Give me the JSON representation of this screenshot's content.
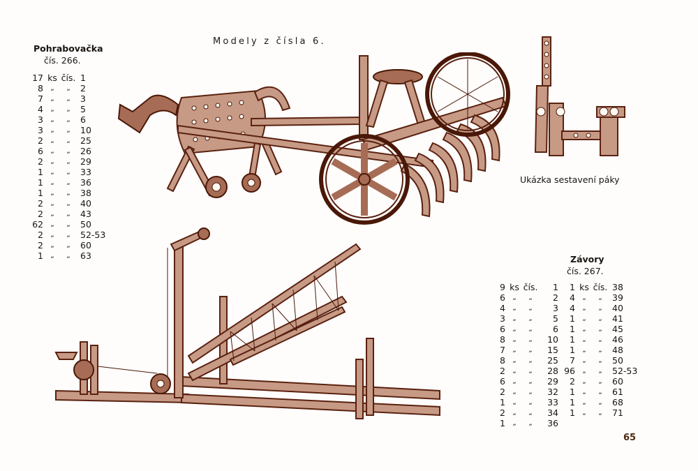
{
  "page_title": "Modely z čísla 6.",
  "page_number": "65",
  "lever_caption": "Ukázka sestavení páky",
  "models": [
    {
      "name": "Pohrabovačka",
      "number_label": "čís. 266.",
      "parts": [
        {
          "qty": "17",
          "unit": "ks",
          "ref": "čís.",
          "part": "1"
        },
        {
          "qty": "8",
          "unit": "„",
          "ref": "„",
          "part": "2"
        },
        {
          "qty": "7",
          "unit": "„",
          "ref": "„",
          "part": "3"
        },
        {
          "qty": "4",
          "unit": "„",
          "ref": "„",
          "part": "5"
        },
        {
          "qty": "3",
          "unit": "„",
          "ref": "„",
          "part": "6"
        },
        {
          "qty": "3",
          "unit": "„",
          "ref": "„",
          "part": "10"
        },
        {
          "qty": "2",
          "unit": "„",
          "ref": "„",
          "part": "25"
        },
        {
          "qty": "6",
          "unit": "„",
          "ref": "„",
          "part": "26"
        },
        {
          "qty": "2",
          "unit": "„",
          "ref": "„",
          "part": "29"
        },
        {
          "qty": "1",
          "unit": "„",
          "ref": "„",
          "part": "33"
        },
        {
          "qty": "1",
          "unit": "„",
          "ref": "„",
          "part": "36"
        },
        {
          "qty": "1",
          "unit": "„",
          "ref": "„",
          "part": "38"
        },
        {
          "qty": "2",
          "unit": "„",
          "ref": "„",
          "part": "40"
        },
        {
          "qty": "2",
          "unit": "„",
          "ref": "„",
          "part": "43"
        },
        {
          "qty": "62",
          "unit": "„",
          "ref": "„",
          "part": "50"
        },
        {
          "qty": "2",
          "unit": "„",
          "ref": "„",
          "part": "52-53"
        },
        {
          "qty": "2",
          "unit": "„",
          "ref": "„",
          "part": "60"
        },
        {
          "qty": "1",
          "unit": "„",
          "ref": "„",
          "part": "63"
        }
      ]
    },
    {
      "name": "Závory",
      "number_label": "čís. 267.",
      "parts_left": [
        {
          "qty": "9",
          "unit": "ks",
          "ref": "čís.",
          "part": "1"
        },
        {
          "qty": "6",
          "unit": "„",
          "ref": "„",
          "part": "2"
        },
        {
          "qty": "4",
          "unit": "„",
          "ref": "„",
          "part": "3"
        },
        {
          "qty": "3",
          "unit": "„",
          "ref": "„",
          "part": "5"
        },
        {
          "qty": "6",
          "unit": "„",
          "ref": "„",
          "part": "6"
        },
        {
          "qty": "8",
          "unit": "„",
          "ref": "„",
          "part": "10"
        },
        {
          "qty": "7",
          "unit": "„",
          "ref": "„",
          "part": "15"
        },
        {
          "qty": "8",
          "unit": "„",
          "ref": "„",
          "part": "25"
        },
        {
          "qty": "2",
          "unit": "„",
          "ref": "„",
          "part": "28"
        },
        {
          "qty": "6",
          "unit": "„",
          "ref": "„",
          "part": "29"
        },
        {
          "qty": "2",
          "unit": "„",
          "ref": "„",
          "part": "32"
        },
        {
          "qty": "1",
          "unit": "„",
          "ref": "„",
          "part": "33"
        },
        {
          "qty": "2",
          "unit": "„",
          "ref": "„",
          "part": "34"
        },
        {
          "qty": "1",
          "unit": "„",
          "ref": "„",
          "part": "36"
        }
      ],
      "parts_right": [
        {
          "qty": "1",
          "unit": "ks",
          "ref": "čís.",
          "part": "38"
        },
        {
          "qty": "4",
          "unit": "„",
          "ref": "„",
          "part": "39"
        },
        {
          "qty": "4",
          "unit": "„",
          "ref": "„",
          "part": "40"
        },
        {
          "qty": "1",
          "unit": "„",
          "ref": "„",
          "part": "41"
        },
        {
          "qty": "1",
          "unit": "„",
          "ref": "„",
          "part": "45"
        },
        {
          "qty": "1",
          "unit": "„",
          "ref": "„",
          "part": "46"
        },
        {
          "qty": "1",
          "unit": "„",
          "ref": "„",
          "part": "48"
        },
        {
          "qty": "7",
          "unit": "„",
          "ref": "„",
          "part": "50"
        },
        {
          "qty": "96",
          "unit": "„",
          "ref": "„",
          "part": "52-53"
        },
        {
          "qty": "2",
          "unit": "„",
          "ref": "„",
          "part": "60"
        },
        {
          "qty": "1",
          "unit": "„",
          "ref": "„",
          "part": "61"
        },
        {
          "qty": "1",
          "unit": "„",
          "ref": "„",
          "part": "68"
        },
        {
          "qty": "1",
          "unit": "„",
          "ref": "„",
          "part": "71"
        }
      ]
    }
  ],
  "colors": {
    "ink": "#1a1410",
    "illustration": "#5a2110",
    "paper": "#fefdfb"
  }
}
